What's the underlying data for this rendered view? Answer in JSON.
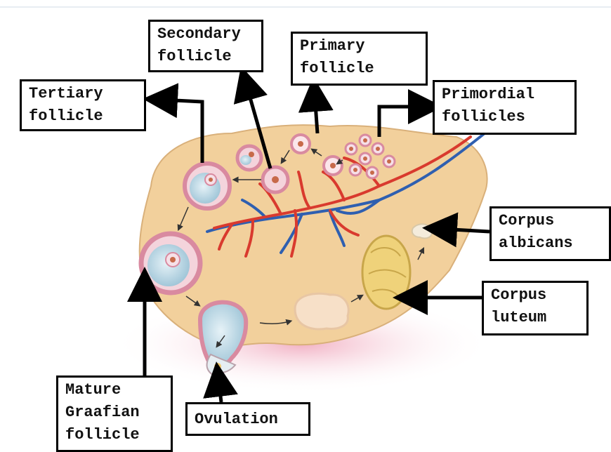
{
  "labels": {
    "secondary": "Secondary\nfollicle",
    "primary": "Primary\nfollicle",
    "tertiary": "Tertiary\nfollicle",
    "primordial": "Primordial\nfollicles",
    "albicans": "Corpus\nalbicans",
    "luteum": "Corpus\nluteum",
    "ovulation": "Ovulation",
    "graafian": "Mature\nGraafian\nfollicle"
  },
  "colors": {
    "ovary": "#f2d09c",
    "artery": "#d93a2e",
    "vein": "#2f5fb0",
    "follicle_ring": "#d98aa0",
    "antrum": "#b9d8e6",
    "luteum": "#efd27a",
    "shadow": "#f3c6d2"
  }
}
